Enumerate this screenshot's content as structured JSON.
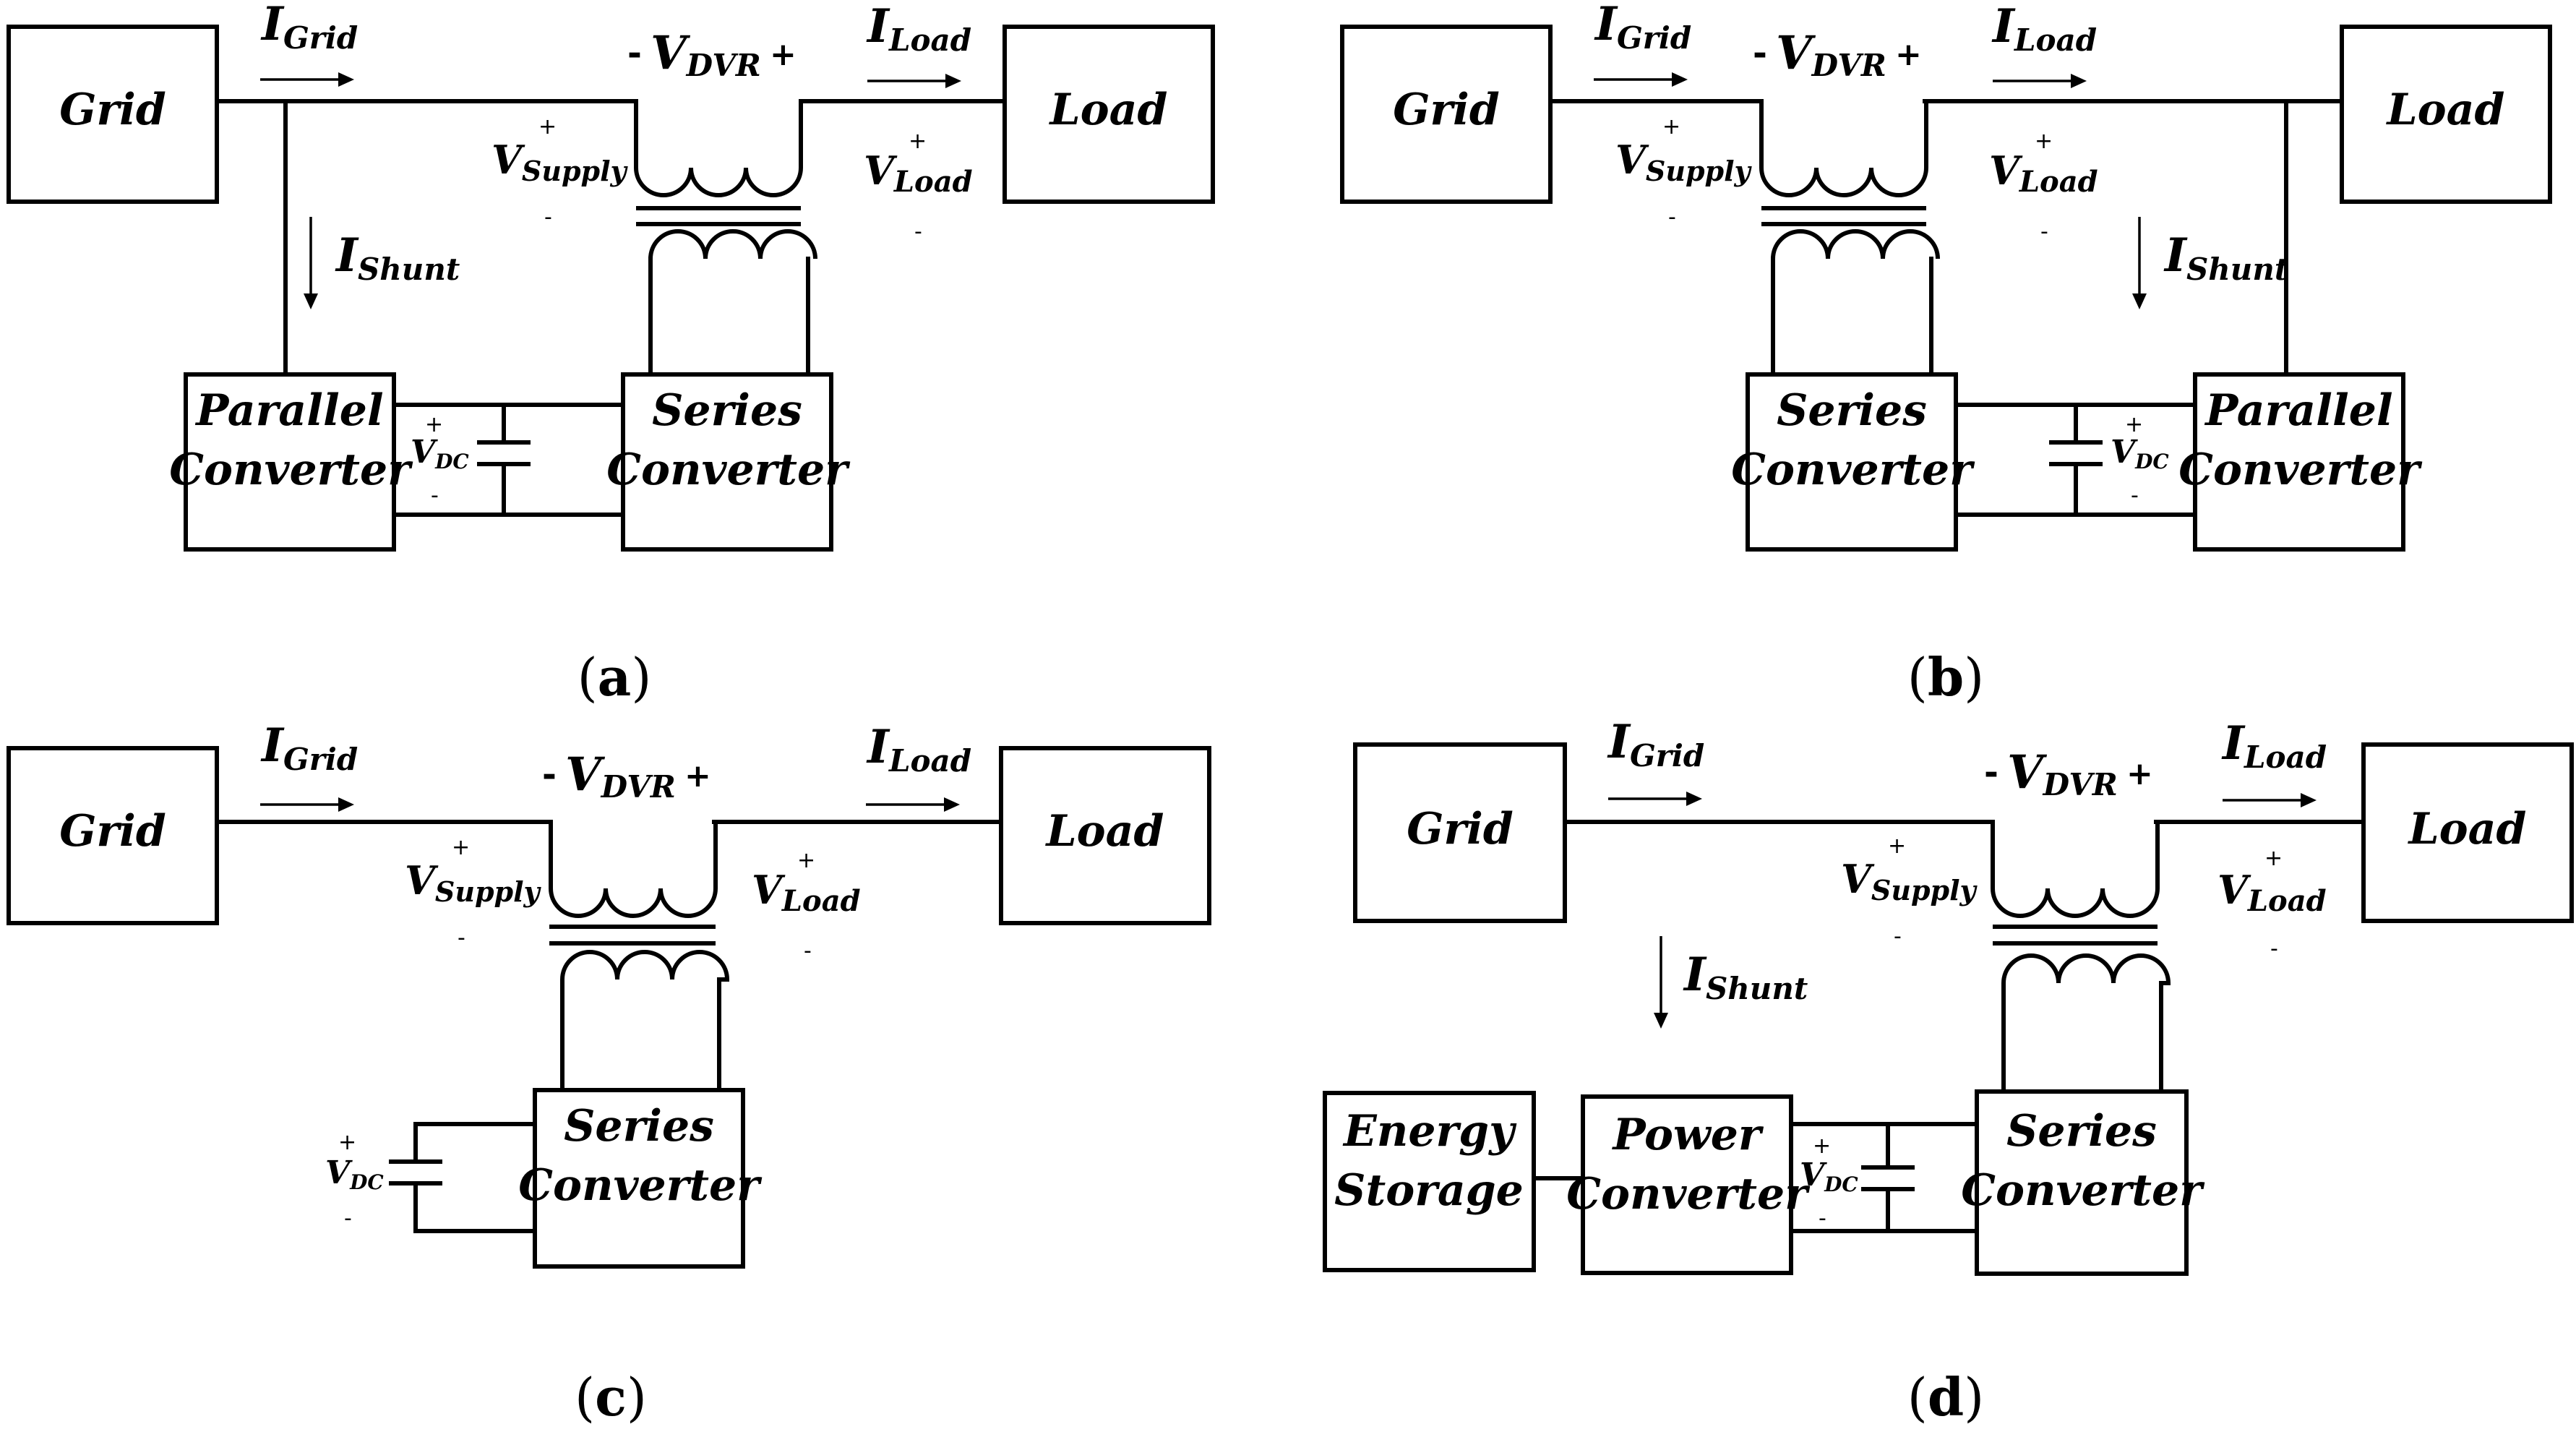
{
  "labels": {
    "grid": "Grid",
    "load": "Load",
    "parallel_converter": [
      "Parallel",
      "Converter"
    ],
    "series_converter": [
      "Series",
      "Converter"
    ],
    "power_converter": [
      "Power",
      "Converter"
    ],
    "energy_storage": [
      "Energy",
      "Storage"
    ],
    "I": "I",
    "V": "V",
    "grid_sub": "Grid",
    "load_sub": "Load",
    "shunt_sub": "Shunt",
    "supply_sub": "Supply",
    "dvr_sub": "DVR",
    "dc_sub": "DC",
    "plus": "+",
    "minus": "-"
  },
  "panels": [
    {
      "letter": "a",
      "open": "(",
      "close": ")"
    },
    {
      "letter": "b",
      "open": "(",
      "close": ")"
    },
    {
      "letter": "c",
      "open": "(",
      "close": ")"
    },
    {
      "letter": "d",
      "open": "(",
      "close": ")"
    }
  ]
}
